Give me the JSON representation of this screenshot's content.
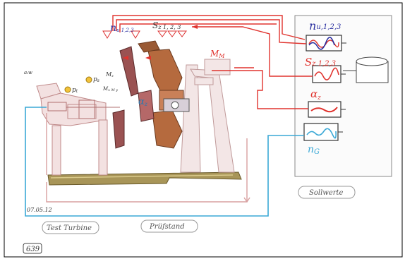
{
  "labels": {
    "n_u": "n",
    "n_u_sub": "u,1,2,3",
    "n_u_top": "n",
    "n_u_top_sub": "u 1,2,3",
    "s_z": "S",
    "s_z_sub": "z 1,2,3",
    "s_z_top": "S",
    "s_z_top_sub": "z 1, 2, 3",
    "alpha_z": "α",
    "alpha_z_sub": "z",
    "alpha_z_left": "α",
    "alpha_z_left_sub": "z",
    "n_g": "n",
    "n_g_sub": "G",
    "m_m": "M",
    "m_m_sub": "M",
    "p_s": "p",
    "p_s_sub": "s",
    "p_t": "p",
    "p_t_sub": "t",
    "m_z": "M",
    "m_z_sub": "z",
    "m_x_m_y": "M",
    "m_x_m_y_sub": "x M y",
    "a_tw": "aₜw",
    "date": "07.05.12",
    "sollwerte": "Sollwerte",
    "test_turbine": "Test Turbine",
    "pruefstand": "Prüfstand",
    "page_number": "639"
  },
  "colors": {
    "red_line": "#e0332e",
    "blue_line": "#3aa8d6",
    "pink_frame": "#e2b8b8",
    "brown_part": "#a0603a",
    "maroon_blade": "#9a5252",
    "olive_base": "#9a8a4e",
    "dark_wave": "#2a2fa0"
  }
}
